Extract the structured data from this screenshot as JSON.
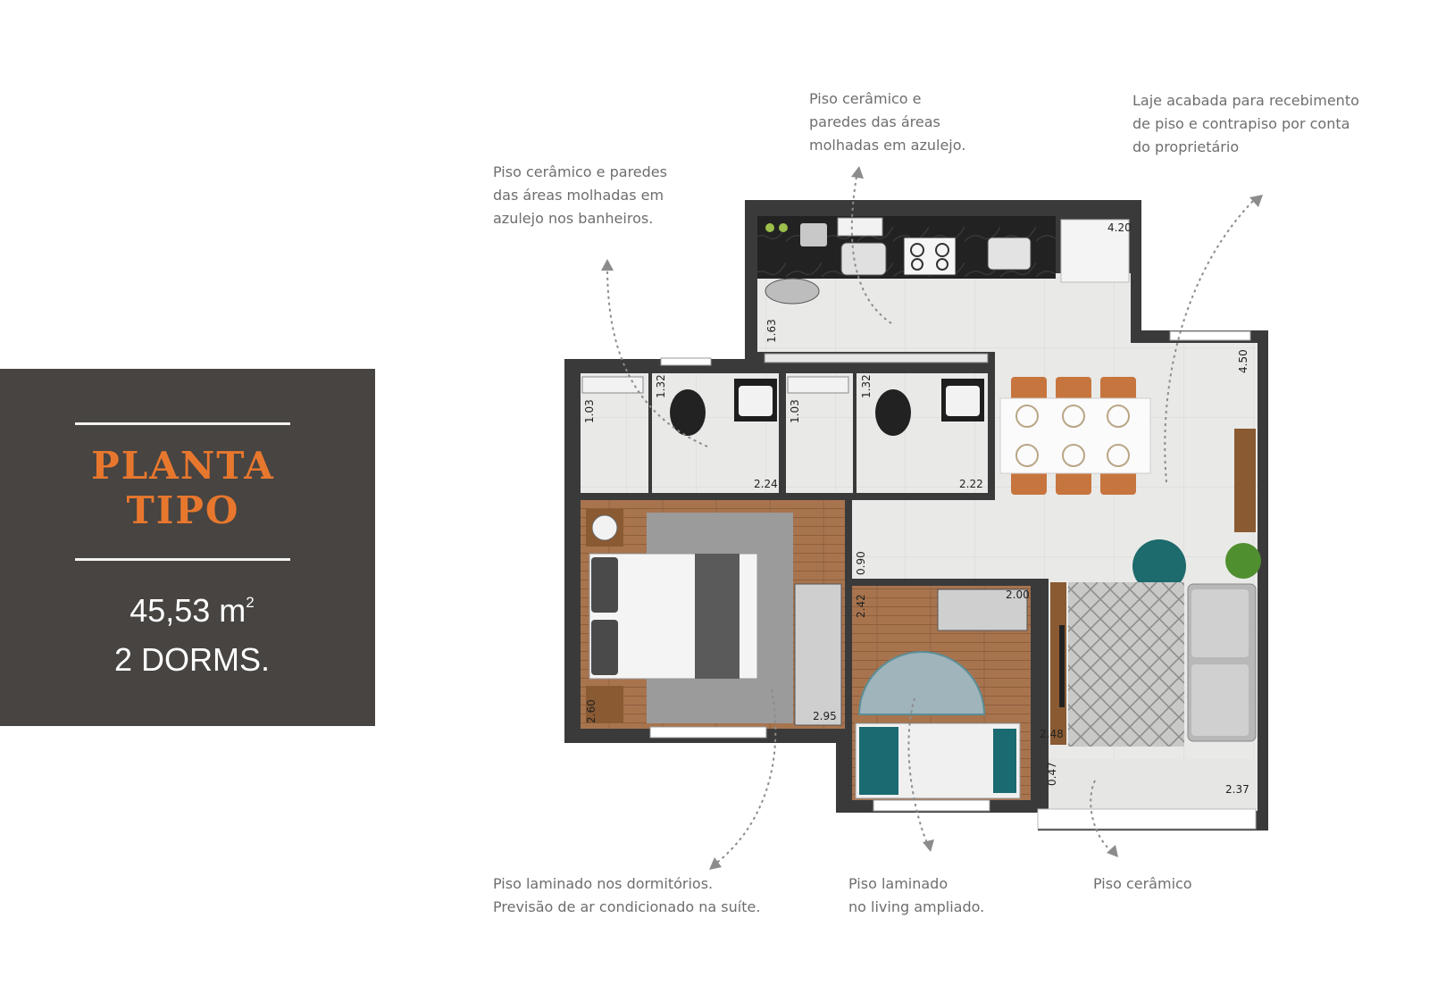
{
  "panel": {
    "title_line1": "PLANTA",
    "title_line2": "TIPO",
    "area_value": "45,53 m",
    "area_unit_sup": "2",
    "dorms": "2 DORMS."
  },
  "notes": {
    "bathroom": [
      "Piso cerâmico e paredes",
      "das áreas molhadas em",
      "azulejo nos banheiros."
    ],
    "kitchen": [
      "Piso cerâmico e",
      "paredes das áreas",
      "molhadas em azulejo."
    ],
    "laje": [
      "Laje acabada para recebimento",
      "de piso e contrapiso por conta",
      "do proprietário"
    ],
    "dormitory": [
      "Piso laminado nos dormitórios.",
      "Previsão de ar condicionado na suíte."
    ],
    "living": [
      "Piso laminado",
      "no living ampliado."
    ],
    "ceramic": [
      "Piso cerâmico"
    ]
  },
  "dimensions": {
    "kitchen_top": "4.20",
    "kitchen_side": "1.63",
    "living_right": "4.50",
    "bath1_sink": "1.03",
    "bath1_toilet": "1.32",
    "bath1_width": "2.24",
    "bath2_sink": "1.03",
    "bath2_toilet": "1.32",
    "bath2_width": "2.22",
    "hall": "0.90",
    "bed2_left": "2.42",
    "bed2_closet": "2.00",
    "suite_closet": "2.95",
    "suite_side": "2.60",
    "tv_wall": "2.48",
    "balcony_depth": "0.47",
    "balcony_width": "2.37"
  },
  "colors": {
    "accent": "#e8772e",
    "panel_bg": "#474441",
    "wall": "#3a3a3a",
    "ceramic_floor": "#e9eae8",
    "wood_floor": "#a8744e"
  }
}
